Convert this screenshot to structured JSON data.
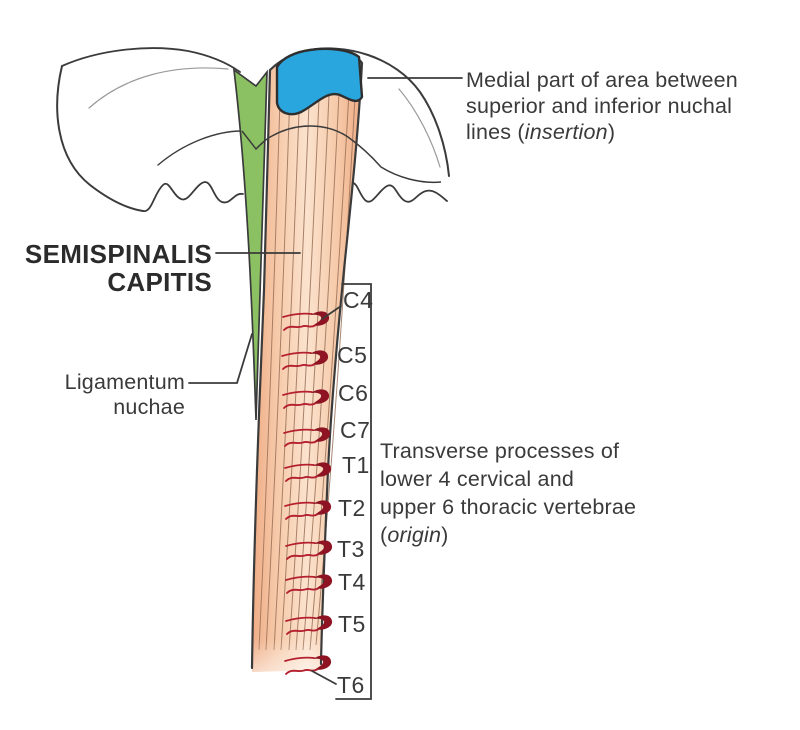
{
  "figure_title": "Semispinalis capitis — origin and insertion diagram",
  "colors": {
    "outline": "#3b3b3b",
    "faint_line": "#9a9a9a",
    "ligament_green": "#8BC162",
    "insertion_blue": "#2AA6DE",
    "muscle_edge": "#EFAC85",
    "muscle_mid": "#F6C9A8",
    "muscle_center": "#FBE2CD",
    "striation": "#9B7158",
    "tendon_dark": "#8E1423",
    "tendon_red": "#B5202F",
    "text": "#3a3a3a"
  },
  "muscle_label": {
    "line1": "SEMISPINALIS",
    "line2": "CAPITIS"
  },
  "ligament_label": {
    "line1": "Ligamentum",
    "line2": "nuchae"
  },
  "insertion_label": {
    "line1": "Medial part of area between",
    "line2": "superior and inferior nuchal",
    "line3_pre": "lines (",
    "line3_italic": "insertion",
    "line3_post": ")"
  },
  "origin_label": {
    "line1": "Transverse processes of",
    "line2": "lower 4 cervical and",
    "line3": "upper 6 thoracic vertebrae",
    "line4_pre": "(",
    "line4_italic": "origin",
    "line4_post": ")"
  },
  "vertebrae": {
    "items": [
      {
        "label": "C4"
      },
      {
        "label": "C5"
      },
      {
        "label": "C6"
      },
      {
        "label": "C7"
      },
      {
        "label": "T1"
      },
      {
        "label": "T2"
      },
      {
        "label": "T3"
      },
      {
        "label": "T4"
      },
      {
        "label": "T5"
      },
      {
        "label": "T6"
      }
    ]
  }
}
